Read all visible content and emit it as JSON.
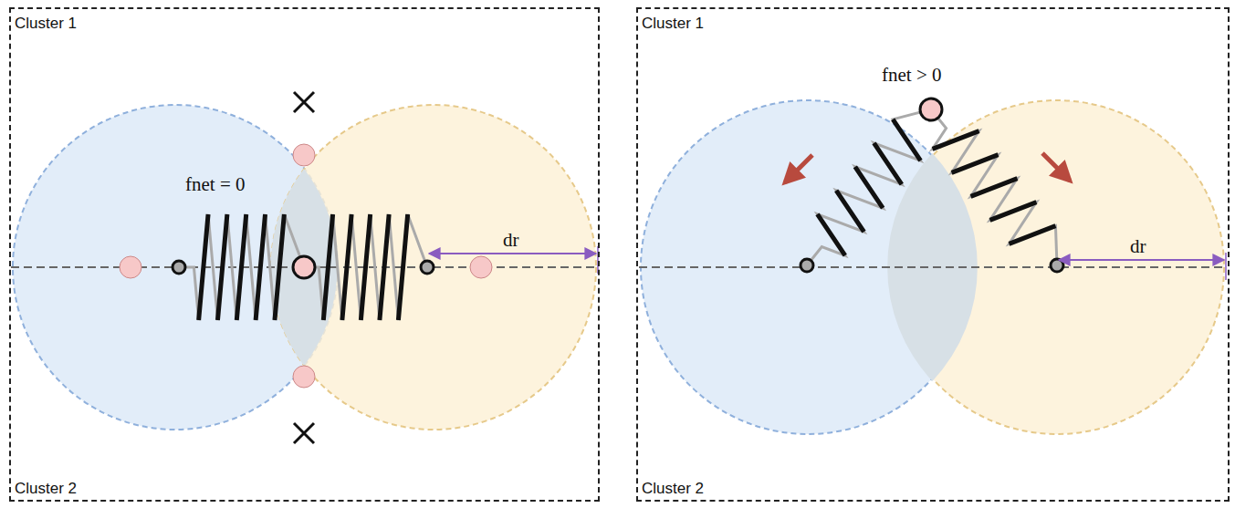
{
  "diagram": {
    "nodes": [
      {
        "text": [
          "Cluster 1",
          "Cluster 2"
        ]
      },
      {
        "text": [
          "Cluster 1",
          "Cluster 2"
        ]
      }
    ],
    "labels": [
      "fnet = 0",
      "dr",
      "fnet > 0",
      "dr"
    ]
  }
}
